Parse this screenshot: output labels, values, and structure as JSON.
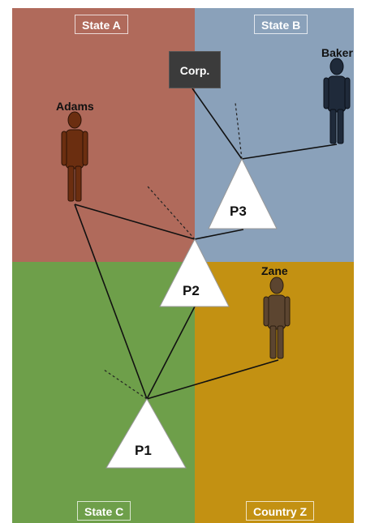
{
  "regions": {
    "state_a": {
      "label": "State A",
      "color": "#b06a5b"
    },
    "state_b": {
      "label": "State B",
      "color": "#8aa1ba"
    },
    "state_c": {
      "label": "State C",
      "color": "#6e9f4a"
    },
    "country_z": {
      "label": "Country Z",
      "color": "#c39112"
    }
  },
  "entities": {
    "corp": {
      "label": "Corp.",
      "color": "#3b3b3b"
    },
    "adams": {
      "name": "Adams",
      "color": "#6b2e10",
      "icon": "person-icon"
    },
    "baker": {
      "name": "Baker",
      "color": "#1f2a3a",
      "icon": "person-icon"
    },
    "zane": {
      "name": "Zane",
      "color": "#5c4530",
      "icon": "person-icon"
    }
  },
  "parties": {
    "p1": {
      "label": "P1"
    },
    "p2": {
      "label": "P2"
    },
    "p3": {
      "label": "P3"
    }
  },
  "connections": [
    {
      "from": "Adams",
      "to": "P1",
      "style": "solid"
    },
    {
      "from": "Adams",
      "to": "P2",
      "style": "solid"
    },
    {
      "from": "Corp.",
      "to": "P3",
      "style": "solid"
    },
    {
      "from": "Baker",
      "to": "P3",
      "style": "solid"
    },
    {
      "from": "P3",
      "to": "P2",
      "style": "solid"
    },
    {
      "from": "P2",
      "to": "P1",
      "style": "solid"
    },
    {
      "from": "Zane",
      "to": "P1",
      "style": "solid"
    }
  ]
}
